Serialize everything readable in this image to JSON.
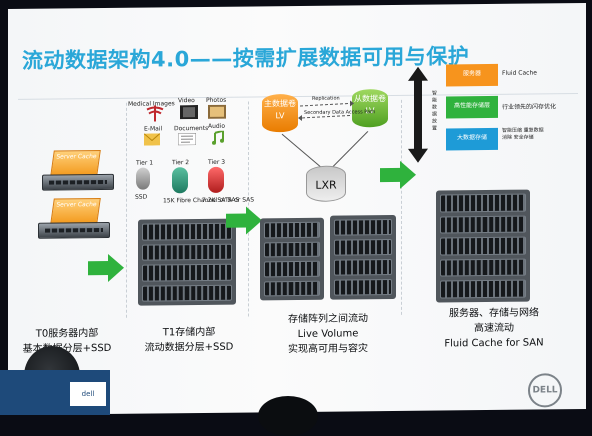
{
  "slide": {
    "title": "流动数据架构4.0——按需扩展数据可用与保护",
    "brand_logo": "DELL",
    "left_badge": "dell"
  },
  "stages": [
    {
      "caption_lines": [
        "T0服务器内部",
        "基本数据分层+SSD"
      ],
      "server_cache_labels": [
        "Server Cache",
        "Server Cache"
      ]
    },
    {
      "caption_lines": [
        "T1存储内部",
        "流动数据分层+SSD"
      ],
      "media_labels": [
        "Medical Images",
        "Video",
        "Photos",
        "E-Mail",
        "Documents",
        "Audio"
      ],
      "tiers": [
        {
          "label": "Tier 1",
          "desc": "SSD"
        },
        {
          "label": "Tier 2",
          "desc": "15K Fibre Channel or SAS"
        },
        {
          "label": "Tier 3",
          "desc": "7.2K SATA or SAS"
        }
      ]
    },
    {
      "caption_lines": [
        "存储阵列之间流动",
        "Live Volume",
        "实现高可用与容灾"
      ],
      "primary_volume": {
        "line1": "主数据卷",
        "line2": "LV"
      },
      "secondary_volume": {
        "line1": "从数据卷",
        "line2": "LV"
      },
      "link_top": "Replication",
      "link_bottom": "Secondary Data Access Path",
      "lxr_label": "LXR"
    },
    {
      "caption_lines": [
        "服务器、存储与网络",
        "高速流动",
        "Fluid Cache for SAN"
      ],
      "vertical_label": "智能数据放置",
      "boxes": [
        {
          "label": "服务器",
          "color": "#f7941d",
          "side_text": "Fluid Cache"
        },
        {
          "label": "高性能存储层",
          "color": "#2fb23d",
          "side_text": "行业领先的闪存优化"
        },
        {
          "label": "大数据存储",
          "color": "#1e9bd7",
          "side_text": "智能压缩 重复数据消除 安全存储"
        }
      ]
    }
  ],
  "colors": {
    "title": "#2aa7d8",
    "arrow": "#2fb23d",
    "cache_orange": "#f39a1e",
    "volume_orange": "#f7941d",
    "volume_green": "#7ac143",
    "box_blue": "#1e9bd7"
  }
}
